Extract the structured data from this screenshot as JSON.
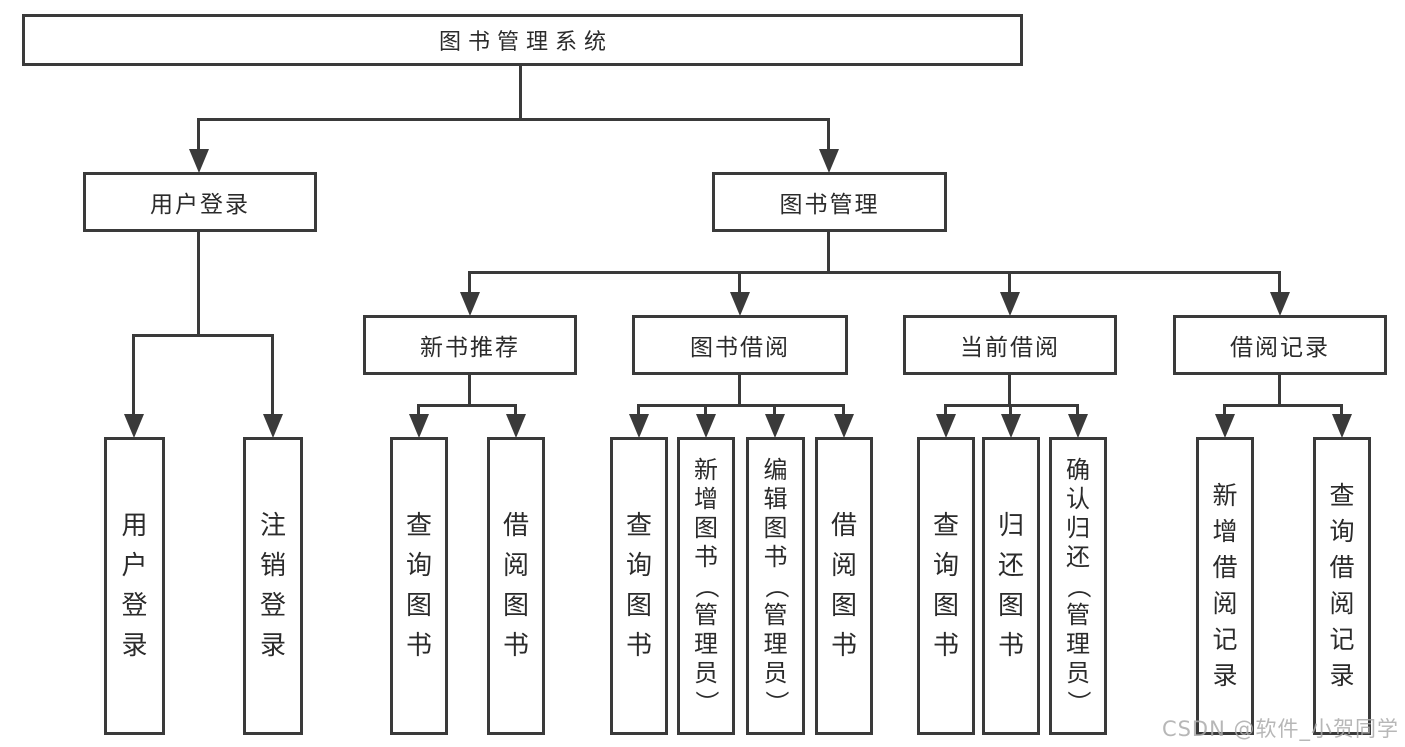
{
  "diagram": {
    "title": "图书管理系统",
    "user_login": {
      "label": "用户登录",
      "children": [
        "用户登录",
        "注销登录"
      ]
    },
    "book_management": {
      "label": "图书管理",
      "sections": {
        "new_book_recommend": {
          "label": "新书推荐",
          "children": [
            "查询图书",
            "借阅图书"
          ]
        },
        "book_borrow": {
          "label": "图书借阅",
          "children": [
            "查询图书",
            "新增图书（管理员）",
            "编辑图书（管理员）",
            "借阅图书"
          ]
        },
        "current_borrow": {
          "label": "当前借阅",
          "children": [
            "查询图书",
            "归还图书",
            "确认归还（管理员）"
          ]
        },
        "borrow_record": {
          "label": "借阅记录",
          "children": [
            "新增借阅记录",
            "查询借阅记录"
          ]
        }
      }
    }
  },
  "watermark": "CSDN @软件_小贺同学",
  "colors": {
    "line": "#3a3a3a",
    "text": "#2b2b2b",
    "watermark": "#aaaaaa",
    "background": "#ffffff"
  }
}
